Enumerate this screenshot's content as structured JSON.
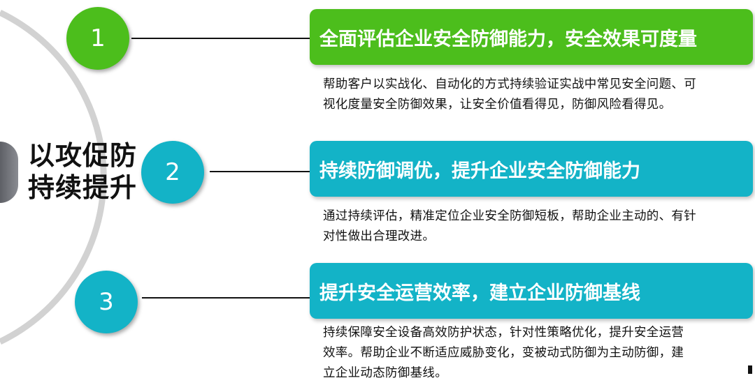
{
  "center": {
    "title_lines": [
      "以攻促防",
      "持续提升"
    ]
  },
  "steps": [
    {
      "number": "1",
      "heading": "全面评估企业安全防御能力，安全效果可度量",
      "desc_lines": [
        "帮助客户以实战化、自动化的方式持续验证实战中常见安全问题、可",
        "视化度量安全防御效果，让安全价值看得见，防御风险看得见。"
      ],
      "color": "#4cbe1c"
    },
    {
      "number": "2",
      "heading": "持续防御调优，提升企业安全防御能力",
      "desc_lines": [
        "通过持续评估，精准定位企业安全防御短板，帮助企业主动的、有针",
        "对性做出合理改进。"
      ],
      "color": "#13b3c7"
    },
    {
      "number": "3",
      "heading": "提升安全运营效率，建立企业防御基线",
      "desc_lines": [
        "持续保障安全设备高效防护状态，针对性策略优化，提升安全运营",
        "效率。帮助企业不断适应威胁变化，变被动式防御为主动防御，建",
        "立企业动态防御基线。"
      ],
      "color": "#13b3c7"
    }
  ],
  "colors": {
    "arc": "#d2d2d2",
    "tab": "#6f7177",
    "connector": "#111111"
  }
}
